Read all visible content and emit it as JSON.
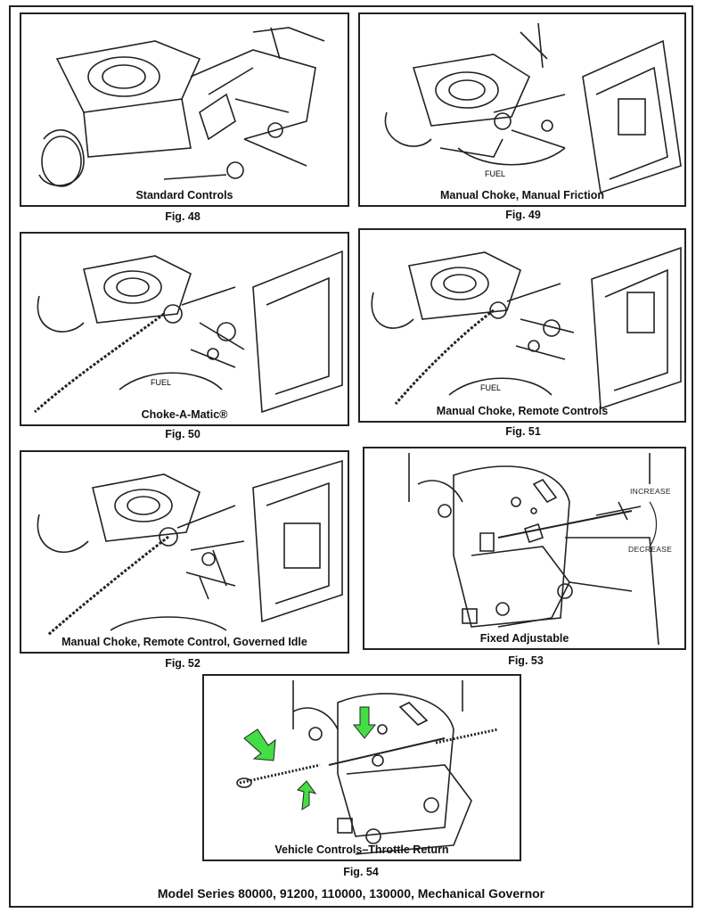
{
  "figures": [
    {
      "caption": "Standard Controls",
      "fig": "Fig. 48"
    },
    {
      "caption": "Manual Choke, Manual Friction",
      "fig": "Fig. 49"
    },
    {
      "caption": "Choke-A-Matic®",
      "fig": "Fig. 50"
    },
    {
      "caption": "Manual Choke, Remote Controls",
      "fig": "Fig. 51"
    },
    {
      "caption": "Manual Choke, Remote Control, Governed Idle",
      "fig": "Fig. 52"
    },
    {
      "caption": "Fixed Adjustable",
      "fig": "Fig. 53"
    },
    {
      "caption": "Vehicle Controls–Throttle Return",
      "fig": "Fig. 54"
    }
  ],
  "annotations": {
    "fuel": "FUEL",
    "increase": "INCREASE",
    "decrease": "DECREASE"
  },
  "footer": "Model Series 80000, 91200, 110000, 130000, Mechanical Governor",
  "colors": {
    "arrow": "#44dd44",
    "line": "#222222"
  }
}
